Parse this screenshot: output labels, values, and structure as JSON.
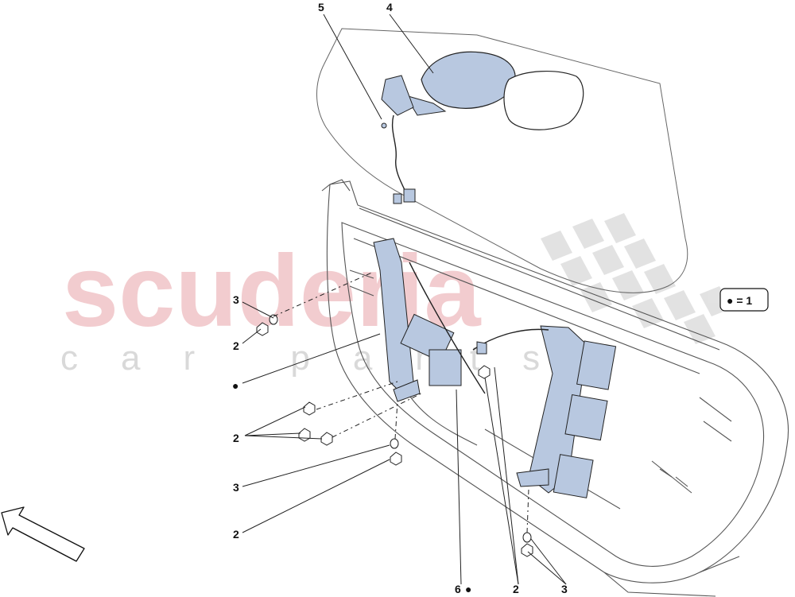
{
  "watermark": {
    "brand": "scuderia",
    "sub": "car parts",
    "color": "#e8a3a8"
  },
  "legend": {
    "symbol": "●",
    "text": "● = 1"
  },
  "callouts": {
    "c5": "5",
    "c4": "4",
    "c3a": "3",
    "c2a": "2",
    "dot_left": "●",
    "c2b": "2",
    "c3b": "3",
    "c2c": "2",
    "c6": "6",
    "c6dot": "●",
    "c2d": "2",
    "c3c": "3"
  },
  "colors": {
    "part_fill": "#b8c8e0",
    "line": "#222222",
    "outline": "#555555"
  },
  "icons": {
    "direction": "arrow-icon"
  }
}
